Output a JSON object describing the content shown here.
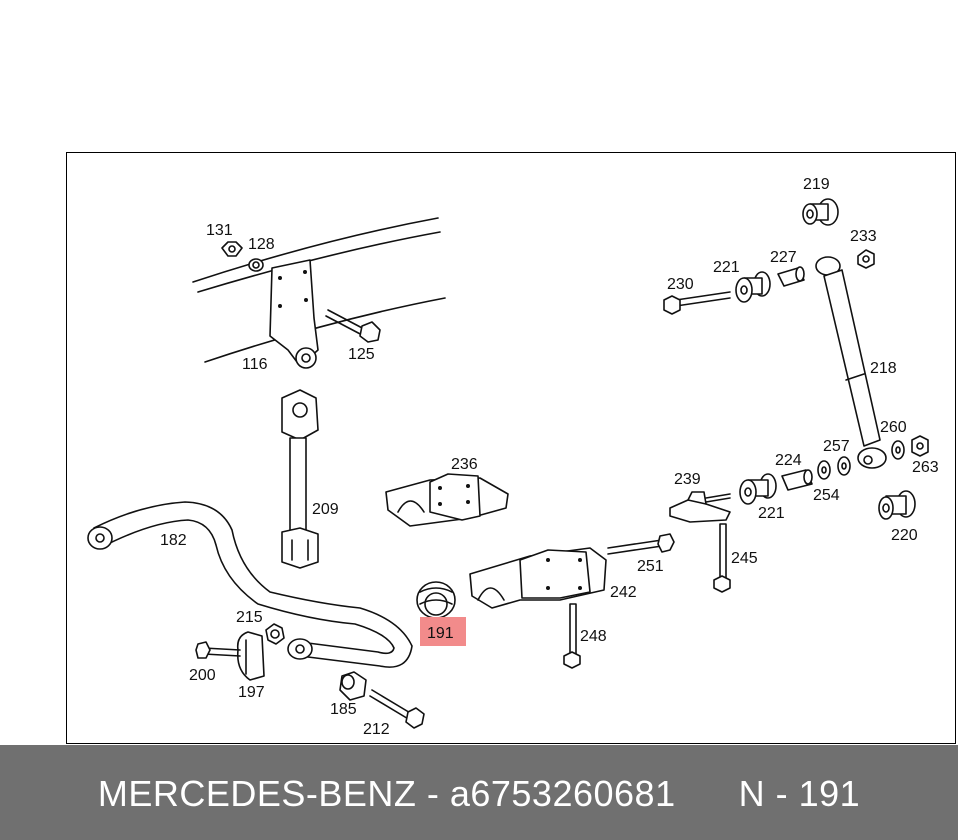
{
  "diagram": {
    "highlighted_part": "191",
    "highlight_color": "#f28b8b",
    "labels": {
      "l131": "131",
      "l128": "128",
      "l116": "116",
      "l125": "125",
      "l209": "209",
      "l182": "182",
      "l215": "215",
      "l200": "200",
      "l197": "197",
      "l185": "185",
      "l212": "212",
      "l191": "191",
      "l236": "236",
      "l242": "242",
      "l248": "248",
      "l251": "251",
      "l239": "239",
      "l245": "245",
      "l219": "219",
      "l233": "233",
      "l230": "230",
      "l221a": "221",
      "l227": "227",
      "l218": "218",
      "l224": "224",
      "l257": "257",
      "l260": "260",
      "l263": "263",
      "l254": "254",
      "l221b": "221",
      "l220": "220"
    }
  },
  "footer": {
    "text": "MERCEDES-BENZ - a6753260681      N - 191",
    "background": "#707070"
  }
}
